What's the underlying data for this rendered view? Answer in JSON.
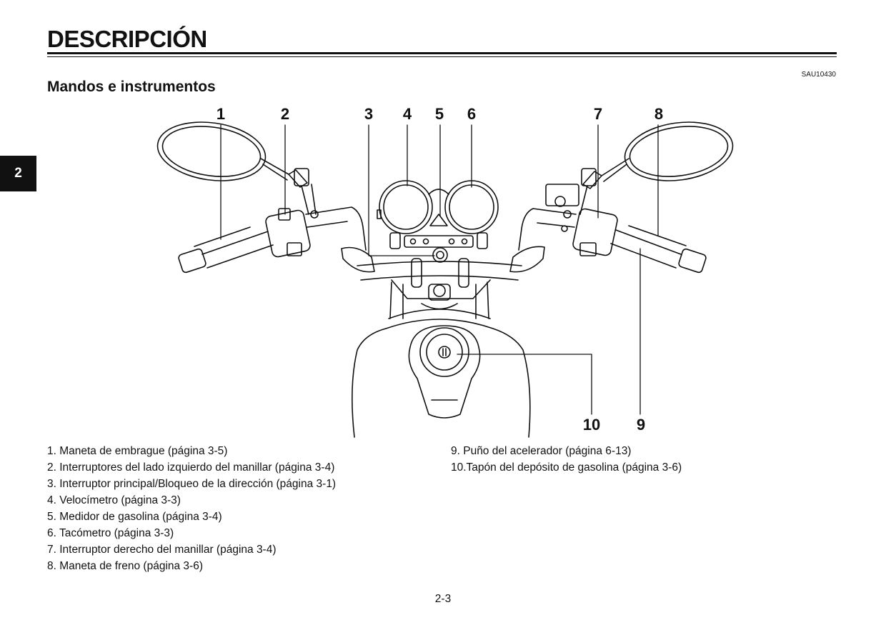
{
  "header": {
    "title": "DESCRIPCIÓN",
    "doc_code": "SAU10430",
    "chapter_tab": "2"
  },
  "section": {
    "title": "Mandos e instrumentos"
  },
  "figure": {
    "callouts": [
      "1",
      "2",
      "3",
      "4",
      "5",
      "6",
      "7",
      "8",
      "10",
      "9"
    ]
  },
  "legend": {
    "left": [
      "1. Maneta de embrague (página 3-5)",
      "2. Interruptores del lado izquierdo del manillar (página 3-4)",
      "3. Interruptor principal/Bloqueo de la dirección (página 3-1)",
      "4. Velocímetro (página 3-3)",
      "5. Medidor de gasolina (página 3-4)",
      "6. Tacómetro (página 3-3)",
      "7. Interruptor derecho del manillar (página 3-4)",
      "8. Maneta de freno (página 3-6)"
    ],
    "right": [
      "9. Puño del acelerador (página 6-13)",
      "10.Tapón del depósito de gasolina (página 3-6)"
    ]
  },
  "footer": {
    "page_number": "2-3"
  }
}
